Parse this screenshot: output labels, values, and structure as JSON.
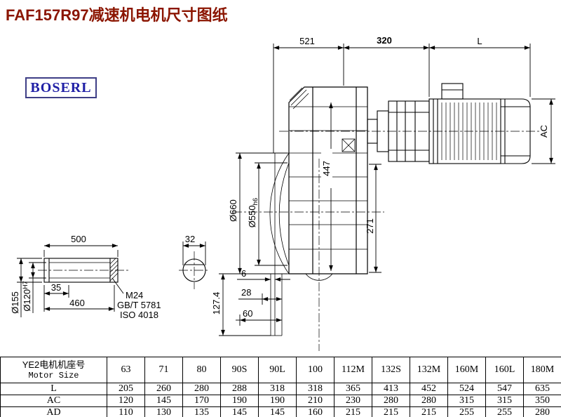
{
  "title": "FAF157R97减速机电机尺寸图纸",
  "logo": {
    "text": "BOSERL"
  },
  "colors": {
    "title_text": "#8B1500",
    "logo_text": "#2020A6",
    "logo_border": "#3E3E86",
    "line": "#000000",
    "background": "#FFFFFF"
  },
  "drawing": {
    "top_dims": {
      "d521": "521",
      "d320": "320",
      "dL": "L"
    },
    "right_dim": {
      "ac": "AC"
    },
    "vertical_dims": {
      "d447": "447",
      "d271": "271",
      "d127_4": "127.4"
    },
    "flange_dims": {
      "d660": "Ø660",
      "d550": "Ø550",
      "d550_tol": "h6"
    },
    "bottom_dims": {
      "d6": "6",
      "d28": "28",
      "d60": "60"
    },
    "shaft_detail": {
      "d500": "500",
      "d35": "35",
      "d460": "460",
      "d155": "Ø155",
      "d120": "Ø120",
      "d120_tol": "H7",
      "thread": "M24",
      "standard1": "GB/T 5781",
      "standard2": "ISO 4018"
    },
    "section_detail": {
      "d32": "32"
    }
  },
  "table": {
    "header_label_cn": "YE2电机机座号",
    "header_label_en": "Motor Size",
    "col_headers": [
      "63",
      "71",
      "80",
      "90S",
      "90L",
      "100",
      "112M",
      "132S",
      "132M",
      "160M",
      "160L",
      "180M"
    ],
    "rows": [
      {
        "label": "L",
        "values": [
          "205",
          "260",
          "280",
          "288",
          "318",
          "318",
          "365",
          "413",
          "452",
          "524",
          "547",
          "635"
        ]
      },
      {
        "label": "AC",
        "values": [
          "120",
          "145",
          "170",
          "190",
          "190",
          "210",
          "230",
          "280",
          "280",
          "315",
          "315",
          "350"
        ]
      },
      {
        "label": "AD",
        "values": [
          "110",
          "130",
          "135",
          "145",
          "145",
          "160",
          "215",
          "215",
          "215",
          "255",
          "255",
          "280"
        ]
      }
    ]
  }
}
